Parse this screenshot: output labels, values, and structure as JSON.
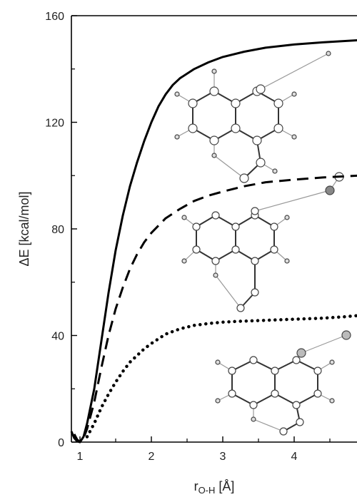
{
  "chart_data": {
    "type": "line",
    "title": "",
    "xlabel": {
      "main": "r",
      "sub": "O-H",
      "unit": " [Å]"
    },
    "ylabel": "ΔE [kcal/mol]",
    "xlim": [
      0.75,
      4.9
    ],
    "ylim": [
      0,
      160
    ],
    "xticks": [
      1,
      2,
      3,
      4
    ],
    "yticks": [
      0,
      40,
      80,
      120,
      160
    ],
    "grid": false,
    "legend": "none",
    "series": [
      {
        "style": "solid",
        "color": "#000000",
        "x": [
          0.88,
          0.92,
          0.96,
          1.0,
          1.05,
          1.1,
          1.2,
          1.3,
          1.4,
          1.5,
          1.6,
          1.7,
          1.8,
          1.9,
          2.0,
          2.1,
          2.2,
          2.3,
          2.4,
          2.6,
          2.8,
          3.0,
          3.3,
          3.6,
          4.0,
          4.4,
          4.9
        ],
        "y": [
          4,
          1.5,
          0.3,
          0,
          2,
          7,
          20,
          38,
          56,
          72,
          85,
          96,
          105,
          113,
          120,
          126,
          130.5,
          134,
          136.5,
          140,
          142.5,
          144.5,
          146.5,
          148,
          149.2,
          150,
          150.8
        ]
      },
      {
        "style": "dashed",
        "color": "#000000",
        "x": [
          0.92,
          0.96,
          1.0,
          1.05,
          1.1,
          1.2,
          1.3,
          1.4,
          1.5,
          1.6,
          1.7,
          1.8,
          1.9,
          2.0,
          2.2,
          2.4,
          2.6,
          2.8,
          3.0,
          3.3,
          3.6,
          4.0,
          4.4,
          4.9
        ],
        "y": [
          3,
          1,
          0,
          1.5,
          5,
          15,
          28,
          40,
          50,
          58,
          65,
          70.5,
          75,
          78.5,
          84,
          87.5,
          90.5,
          92.5,
          94,
          96,
          97.5,
          98.5,
          99.3,
          100
        ]
      },
      {
        "style": "dotted",
        "color": "#000000",
        "x": [
          1.1,
          1.2,
          1.3,
          1.4,
          1.5,
          1.6,
          1.7,
          1.8,
          1.9,
          2.0,
          2.2,
          2.4,
          2.6,
          2.8,
          3.0,
          3.2,
          3.5,
          3.8,
          4.1,
          4.4,
          4.7,
          4.9
        ],
        "y": [
          2,
          7,
          13,
          18,
          22.5,
          26.5,
          30,
          32.5,
          35,
          37,
          40.5,
          42.5,
          43.8,
          44.5,
          45,
          45.3,
          45.6,
          45.9,
          46.2,
          46.5,
          47,
          47.5
        ]
      }
    ],
    "insets": [
      {
        "type": "molecule",
        "description_name": "naphthalene-top"
      },
      {
        "type": "molecule",
        "description_name": "naphthalene-middle"
      },
      {
        "type": "molecule",
        "description_name": "naphthalene-bottom"
      }
    ]
  }
}
